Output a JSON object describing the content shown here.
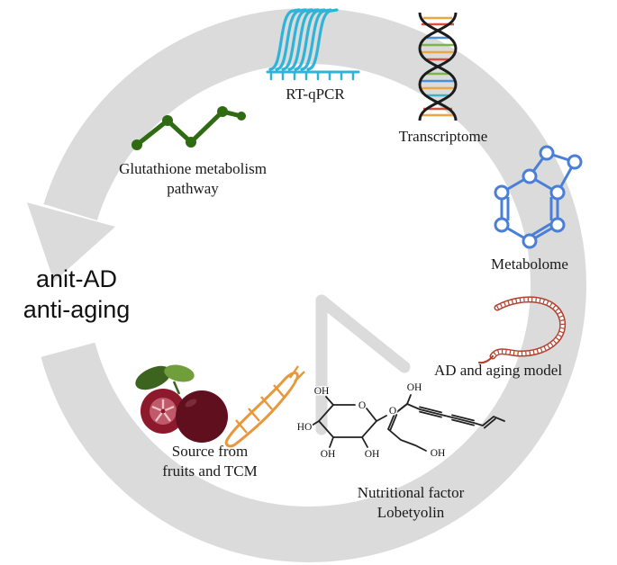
{
  "figure": {
    "center_text": {
      "line1": "anit-AD",
      "line2": "anti-aging"
    },
    "labels": {
      "rtqpcr": "RT-qPCR",
      "transcriptome": "Transcriptome",
      "metabolome": "Metabolome",
      "ad_model": "AD and aging model",
      "nutritional_line1": "Nutritional factor",
      "nutritional_line2": "Lobetyolin",
      "source_line1": "Source from",
      "source_line2": "fruits and TCM",
      "glutathione_line1": "Glutathione metabolism",
      "glutathione_line2": "pathway"
    },
    "chem": {
      "oh": "OH",
      "ho": "HO",
      "o": "O"
    },
    "icons": {
      "rtqpcr": "qpcr-amplification-curves-icon",
      "transcriptome": "dna-helix-icon",
      "metabolome": "molecule-ring-icon",
      "ad_model": "worm-icon",
      "nutritional": "chemical-structure-icon",
      "source": "berries-and-root-icon",
      "glutathione": "line-graph-icon",
      "cycle": "cycle-arrow-icon",
      "clock": "clock-hands-icon"
    },
    "colors": {
      "ring_gray": "#dbdbdb",
      "qpcr_cyan": "#2fb4d9",
      "pathway_green": "#2e6b12",
      "metabolome_blue": "#4a7fd8",
      "worm_red": "#b2402e",
      "root_orange": "#e8973a",
      "berry_dark": "#5f0f1e",
      "berry_cut": "#8c1a2c",
      "leaf_green": "#3c641f",
      "dna_black": "#1c1c1c",
      "text": "#1a1a1a"
    }
  }
}
